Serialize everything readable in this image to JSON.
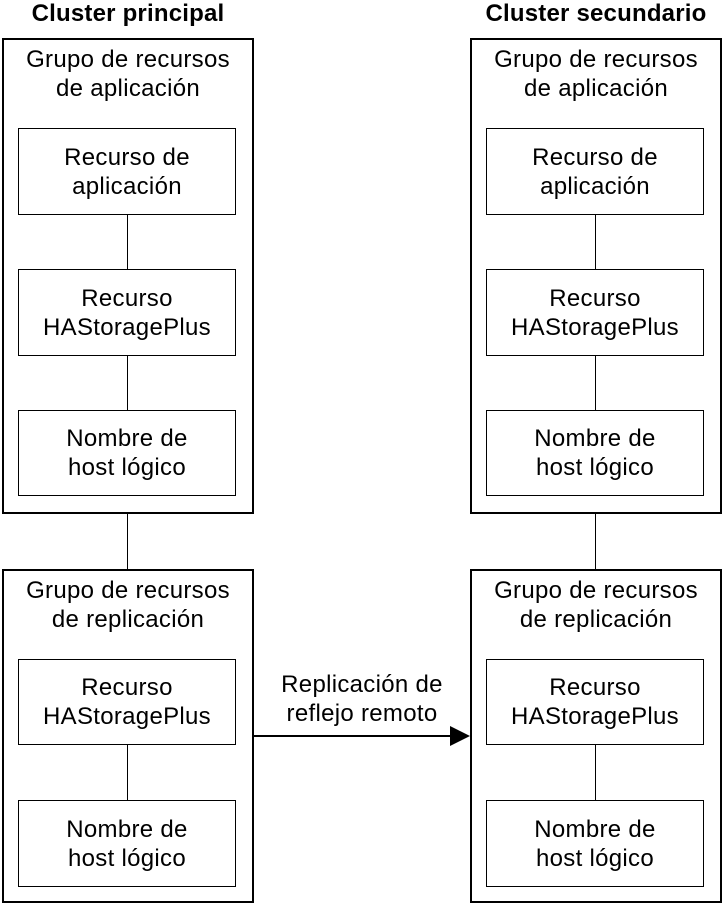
{
  "diagram": {
    "clusters": [
      {
        "title": "Cluster principal",
        "groups": [
          {
            "label": "Grupo de recursos\nde aplicación",
            "nodes": [
              "Recurso de\naplicación",
              "Recurso\nHAStoragePlus",
              "Nombre de\nhost lógico"
            ]
          },
          {
            "label": "Grupo de recursos\nde replicación",
            "nodes": [
              "Recurso\nHAStoragePlus",
              "Nombre de\nhost lógico"
            ]
          }
        ]
      },
      {
        "title": "Cluster secundario",
        "groups": [
          {
            "label": "Grupo de recursos\nde aplicación",
            "nodes": [
              "Recurso de\naplicación",
              "Recurso\nHAStoragePlus",
              "Nombre de\nhost lógico"
            ]
          },
          {
            "label": "Grupo de recursos\nde replicación",
            "nodes": [
              "Recurso\nHAStoragePlus",
              "Nombre de\nhost lógico"
            ]
          }
        ]
      }
    ],
    "arrow": {
      "label": "Replicación de\nreflejo remoto"
    },
    "colors": {
      "ink": "#000000",
      "background": "#ffffff"
    }
  }
}
